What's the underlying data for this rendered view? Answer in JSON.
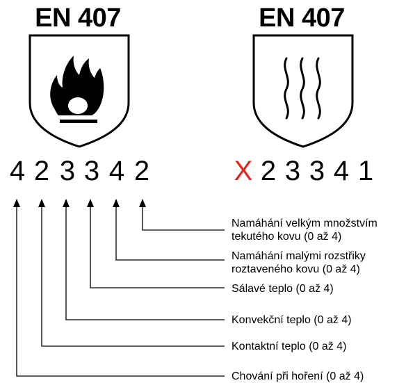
{
  "left_badge": {
    "title": "EN 407",
    "icon": "flame-icon"
  },
  "right_badge": {
    "title": "EN 407",
    "icon": "heat-waves-icon"
  },
  "left_code": [
    "4",
    "2",
    "3",
    "3",
    "4",
    "2"
  ],
  "right_code": [
    "X",
    "2",
    "3",
    "3",
    "4",
    "1"
  ],
  "x_color": "#e1261c",
  "legend": [
    {
      "line1": "Namáhání velkým množstvím",
      "line2": "tekutého kovu (0 až 4)"
    },
    {
      "line1": "Namáhání malými rozstřiky",
      "line2": "roztaveného kovu (0 až 4)"
    },
    {
      "line1": "Sálavé teplo (0 až 4)",
      "line2": ""
    },
    {
      "line1": "Konvekční teplo (0 až 4)",
      "line2": ""
    },
    {
      "line1": "Kontaktní teplo (0 až 4)",
      "line2": ""
    },
    {
      "line1": "Chování při hoření (0 až 4)",
      "line2": ""
    }
  ]
}
